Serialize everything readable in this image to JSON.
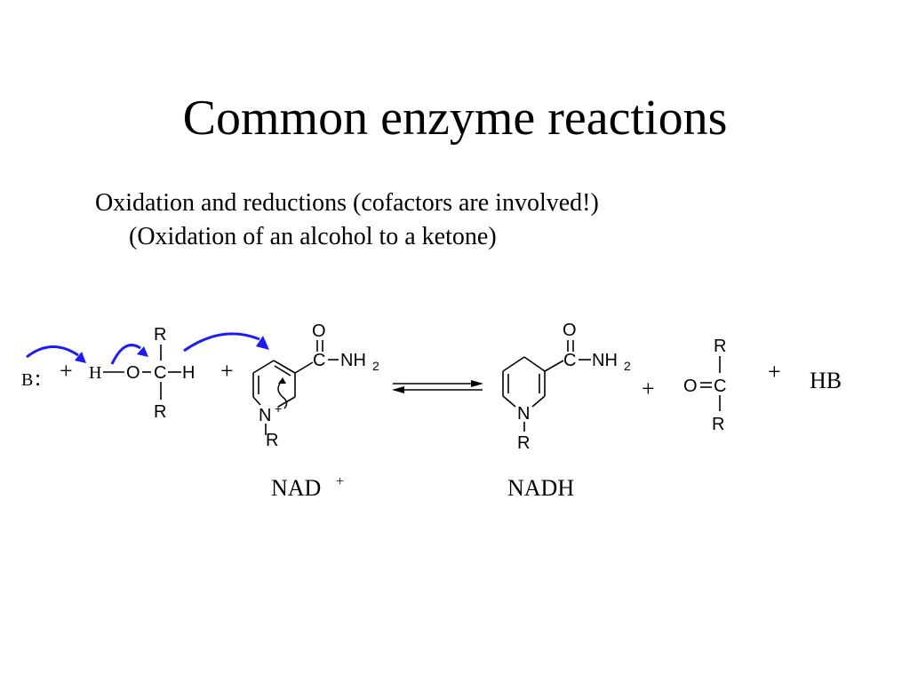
{
  "slide": {
    "title": "Common enzyme reactions",
    "bullet_1": "Oxidation and reductions (cofactors are involved!)",
    "bullet_2": "(Oxidation of an alcohol to a ketone)"
  },
  "reaction": {
    "base": "B",
    "base_colon": ":",
    "plus": "+",
    "alcohol": {
      "h": "H",
      "o": "O",
      "c": "C",
      "h2": "H",
      "r_top": "R",
      "r_bottom": "R"
    },
    "nad": {
      "o": "O",
      "c": "C",
      "nh": "NH",
      "nh_sub": "2",
      "n": "N",
      "n_charge": "+",
      "r": "R"
    },
    "nadh": {
      "o": "O",
      "c": "C",
      "nh": "NH",
      "nh_sub": "2",
      "n": "N",
      "r": "R"
    },
    "ketone": {
      "o": "O",
      "c": "C",
      "r_top": "R",
      "r_bottom": "R"
    },
    "product_base": "HB",
    "label_nad": "NAD",
    "label_nad_sup": "+",
    "label_nadh": "NADH",
    "arrow_color": "#1a1aff",
    "arrow_type": "equilibrium"
  }
}
